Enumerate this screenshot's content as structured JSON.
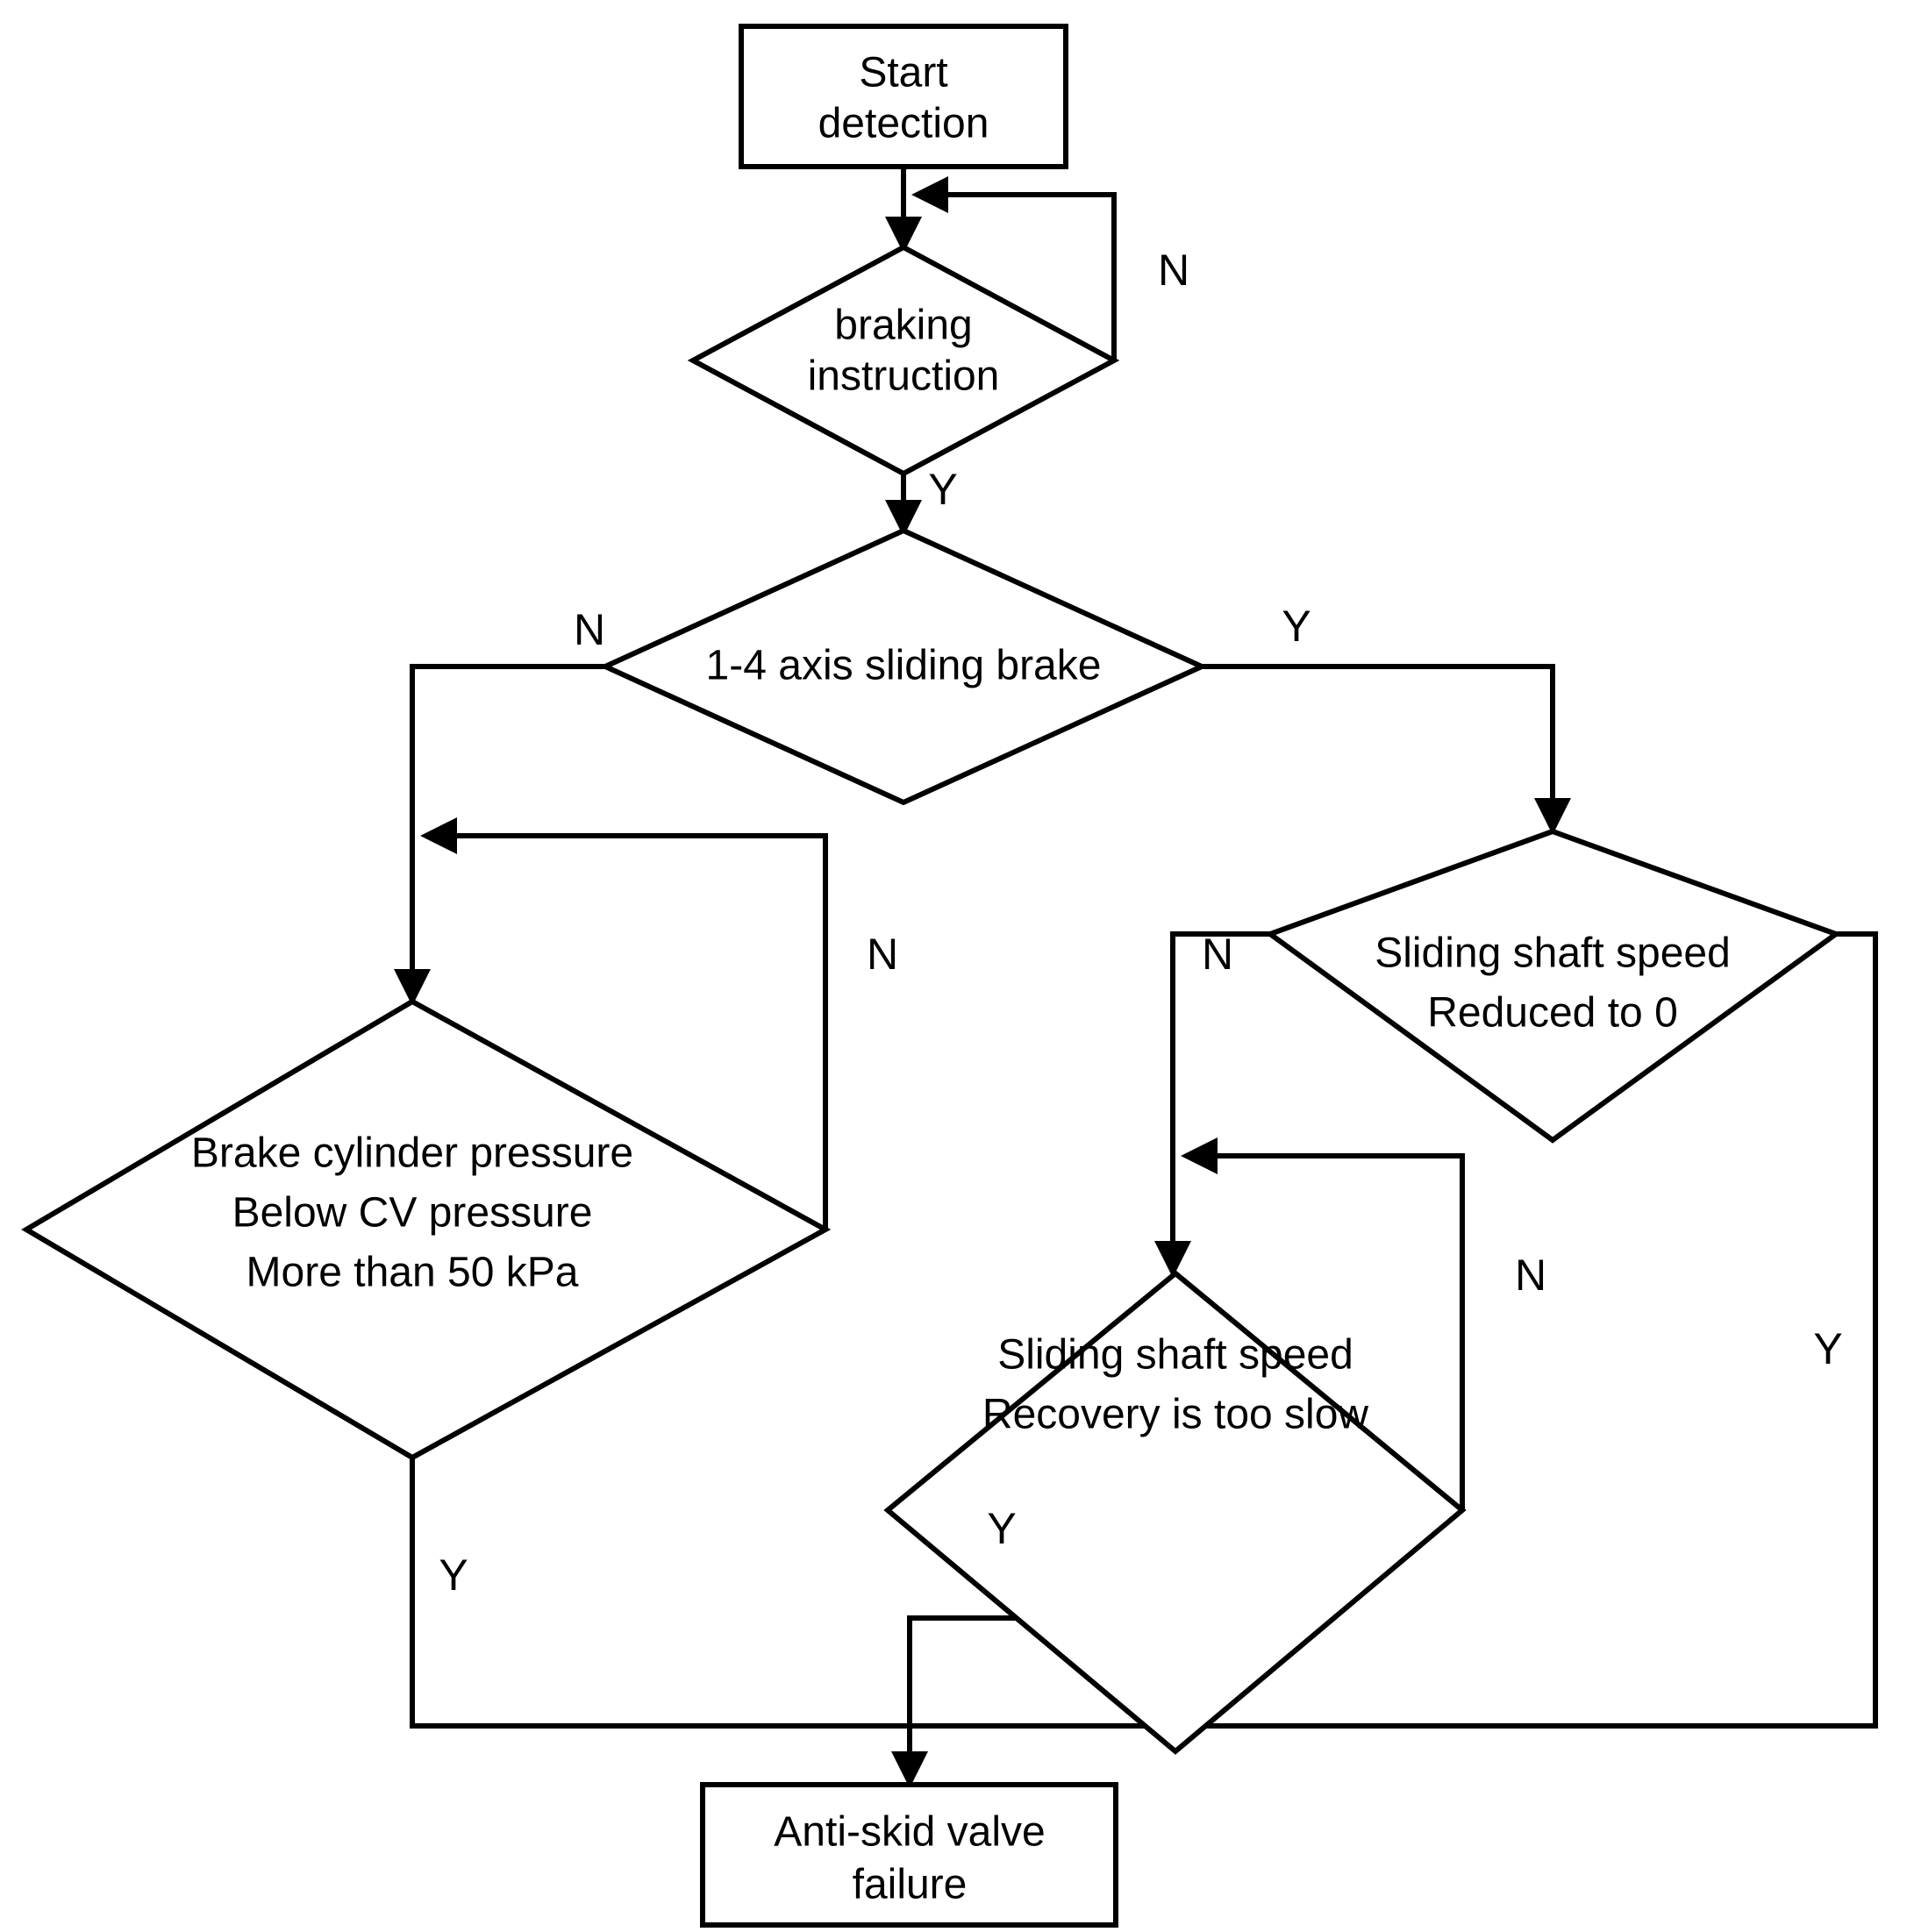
{
  "diagram": {
    "title": "Anti-skid valve failure detection flowchart",
    "type": "flowchart",
    "background_color": "#ffffff",
    "line_color": "#000000",
    "nodes": {
      "start": {
        "shape": "rectangle",
        "line1": "Start",
        "line2": "detection"
      },
      "braking_instruction": {
        "shape": "diamond",
        "line1": "braking",
        "line2": "instruction"
      },
      "axis_sliding_brake": {
        "shape": "diamond",
        "line1": "1-4 axis sliding brake"
      },
      "brake_cylinder_pressure": {
        "shape": "diamond",
        "line1": "Brake cylinder pressure",
        "line2": "Below CV pressure",
        "line3": "More than 50 kPa"
      },
      "sliding_shaft_reduced": {
        "shape": "diamond",
        "line1": "Sliding shaft speed",
        "line2": "Reduced to 0"
      },
      "sliding_shaft_recovery": {
        "shape": "diamond",
        "line1": "Sliding shaft speed",
        "line2": "Recovery is too slow"
      },
      "anti_skid_failure": {
        "shape": "rectangle",
        "line1": "Anti-skid valve",
        "line2": "failure"
      }
    },
    "branch_labels": {
      "braking_no": "N",
      "braking_yes": "Y",
      "axis_no": "N",
      "axis_yes": "Y",
      "pressure_no": "N",
      "pressure_yes": "Y",
      "reduced_no": "N",
      "reduced_yes": "Y",
      "recovery_no": "N",
      "recovery_yes": "Y"
    }
  }
}
